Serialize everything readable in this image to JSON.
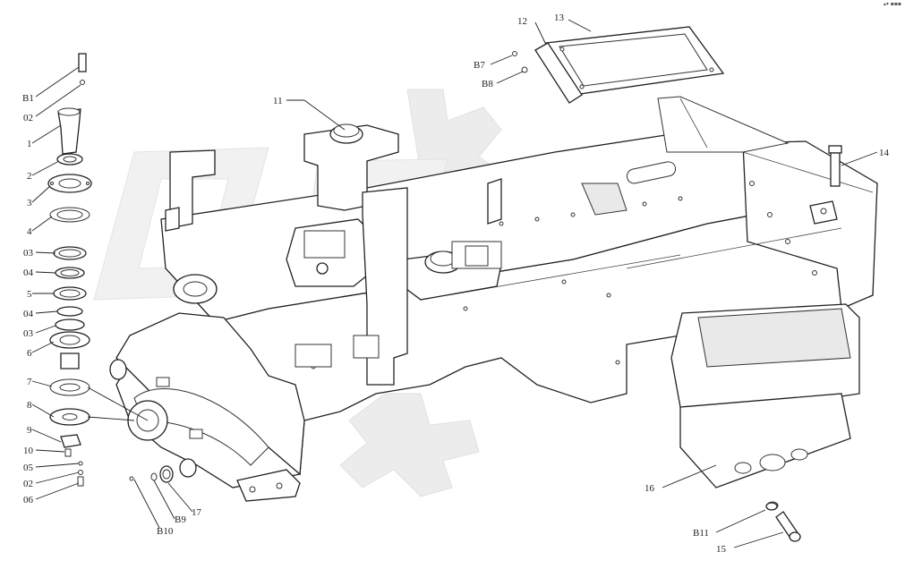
{
  "labels": {
    "B1": "B1",
    "O2a": "02",
    "L1": "1",
    "L2": "2",
    "L3": "3",
    "L4": "4",
    "O3a": "03",
    "O4a": "04",
    "L5": "5",
    "O4b": "04",
    "O3b": "03",
    "L6": "6",
    "L7": "7",
    "L8": "8",
    "L9": "9",
    "L10": "10",
    "O5": "05",
    "O2b": "02",
    "O6": "06",
    "B10": "B10",
    "B9": "B9",
    "L17": "17",
    "L11": "11",
    "B7": "B7",
    "B8": "B8",
    "L12": "12",
    "L13": "13",
    "L14": "14",
    "L16": "16",
    "B11": "B11",
    "L15": "15"
  },
  "corner_mark": "▴▾ ▪▪▪"
}
